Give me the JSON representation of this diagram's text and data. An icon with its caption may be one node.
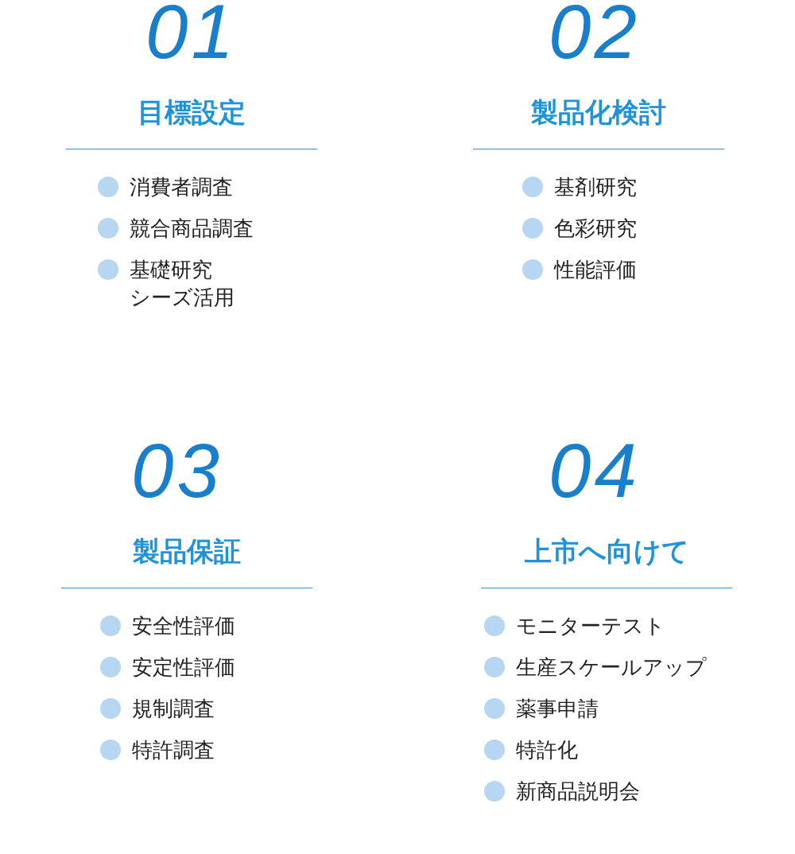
{
  "diagram": {
    "labels": [
      "01",
      "目標設定",
      "消費者調査",
      "競合商品調査",
      "基礎研究",
      "シーズ活用",
      "02",
      "製品化検討",
      "基剤研究",
      "色彩研究",
      "性能評価",
      "03",
      "製品保証",
      "安全性評価",
      "安定性評価",
      "規制調査",
      "特許調査",
      "04",
      "上市へ向けて",
      "モニターテスト",
      "生産スケールアップ",
      "薬事申請",
      "特許化",
      "新商品説明会"
    ]
  }
}
